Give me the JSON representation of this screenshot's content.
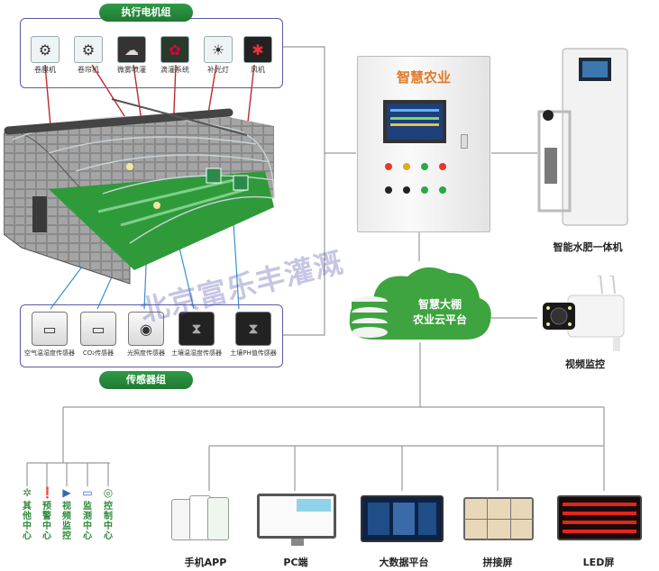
{
  "actuators": {
    "title": "执行电机组",
    "items": [
      {
        "label": "卷膜机",
        "icon": "film-roller-icon"
      },
      {
        "label": "卷帘机",
        "icon": "curtain-roller-icon"
      },
      {
        "label": "微雾喷灌",
        "icon": "mist-spray-icon"
      },
      {
        "label": "滴灌系统",
        "icon": "drip-irrigation-icon"
      },
      {
        "label": "补光灯",
        "icon": "grow-light-icon"
      },
      {
        "label": "风机",
        "icon": "fan-icon"
      }
    ]
  },
  "sensors": {
    "title": "传感器组",
    "items": [
      {
        "label": "空气温湿度传感器",
        "icon": "air-temp-humidity-sensor-icon"
      },
      {
        "label": "CO₂传感器",
        "icon": "co2-sensor-icon"
      },
      {
        "label": "光照度传感器",
        "icon": "light-sensor-icon"
      },
      {
        "label": "土壤温湿度传感器",
        "icon": "soil-temp-humidity-sensor-icon"
      },
      {
        "label": "土壤PH值传感器",
        "icon": "soil-ph-sensor-icon"
      }
    ]
  },
  "control_cabinet": {
    "title": "智慧农业"
  },
  "fertigation": {
    "label": "智能水肥一体机"
  },
  "camera": {
    "label": "视频监控"
  },
  "cloud": {
    "line1": "智慧大棚",
    "line2": "农业云平台"
  },
  "watermark": "北京富乐丰灌溉",
  "centers": [
    {
      "chars": [
        "其",
        "他",
        "中",
        "心"
      ],
      "icon": "gear-icon",
      "color": "#2f8a3a"
    },
    {
      "chars": [
        "预",
        "警",
        "中",
        "心"
      ],
      "icon": "alert-icon",
      "color": "#d0302a"
    },
    {
      "chars": [
        "视",
        "频",
        "监",
        "控"
      ],
      "icon": "camera-icon",
      "color": "#2f8a3a"
    },
    {
      "chars": [
        "监",
        "测",
        "中",
        "心"
      ],
      "icon": "monitor-icon",
      "color": "#2f8a3a"
    },
    {
      "chars": [
        "控",
        "制",
        "中",
        "心"
      ],
      "icon": "control-icon",
      "color": "#2f8a3a"
    }
  ],
  "terminals": [
    {
      "label": "手机APP"
    },
    {
      "label": "PC端"
    },
    {
      "label": "大数据平台"
    },
    {
      "label": "拼接屏"
    },
    {
      "label": "LED屏"
    }
  ]
}
